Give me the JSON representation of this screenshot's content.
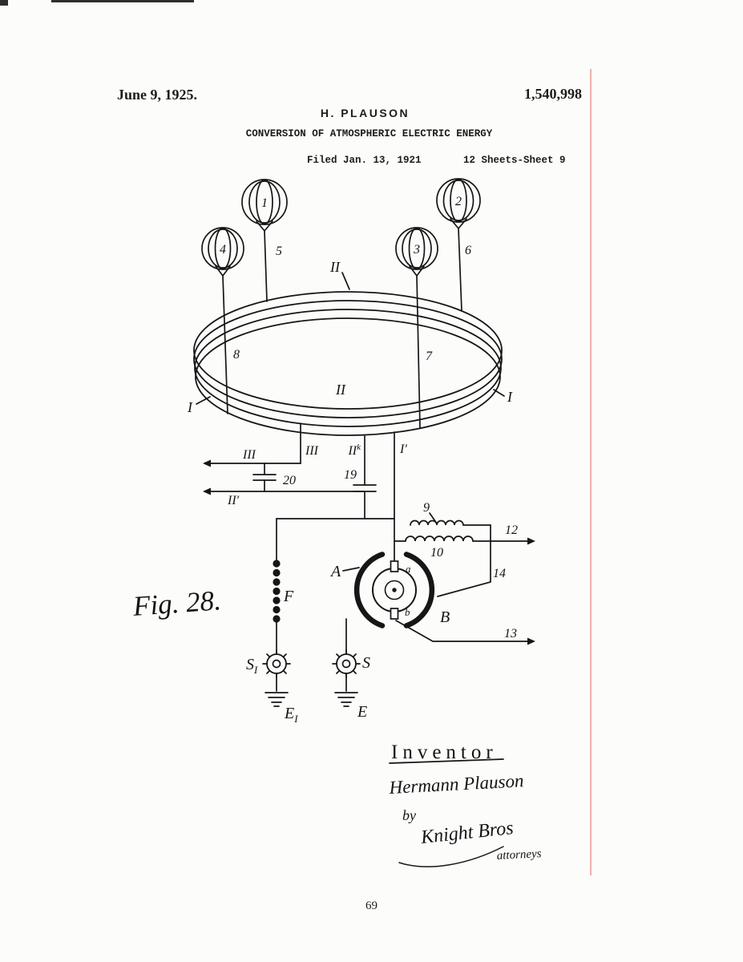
{
  "page": {
    "date": "June 9, 1925.",
    "patent_number": "1,540,998",
    "applicant": "H. PLAUSON",
    "title": "CONVERSION OF ATMOSPHERIC ELECTRIC ENERGY",
    "filed": "Filed Jan. 13, 1921",
    "sheet_info": "12 Sheets-Sheet 9",
    "page_number": "69"
  },
  "figure": {
    "caption": "Fig. 28.",
    "labels": {
      "balloon_1": "1",
      "balloon_2": "2",
      "balloon_3": "3",
      "balloon_4": "4",
      "n5": "5",
      "n6": "6",
      "n7": "7",
      "n8": "8",
      "ring_top": "II",
      "ring_mid": "II",
      "ring_left": "I",
      "ring_right": "I",
      "third_rail_arrow": "III",
      "third_rail": "III",
      "iik_main": "II",
      "iik_sup": "k",
      "i_prime": "I′",
      "ii_prime": "II′",
      "n19": "19",
      "n20": "20",
      "n9": "9",
      "n10": "10",
      "n12": "12",
      "n13": "13",
      "n14": "14",
      "arc_A": "A",
      "arc_B": "B",
      "electrode_a": "a",
      "electrode_b": "b",
      "fuse_F": "F",
      "s1_main": "S",
      "s1_sub": "I",
      "s_label": "S",
      "e1_main": "E",
      "e1_sub": "I",
      "e_label": "E"
    }
  },
  "signature": {
    "heading": "Inventor",
    "name": "Hermann Plauson",
    "by": "by",
    "firm": "Knight Bros",
    "attorneys": "attorneys"
  }
}
